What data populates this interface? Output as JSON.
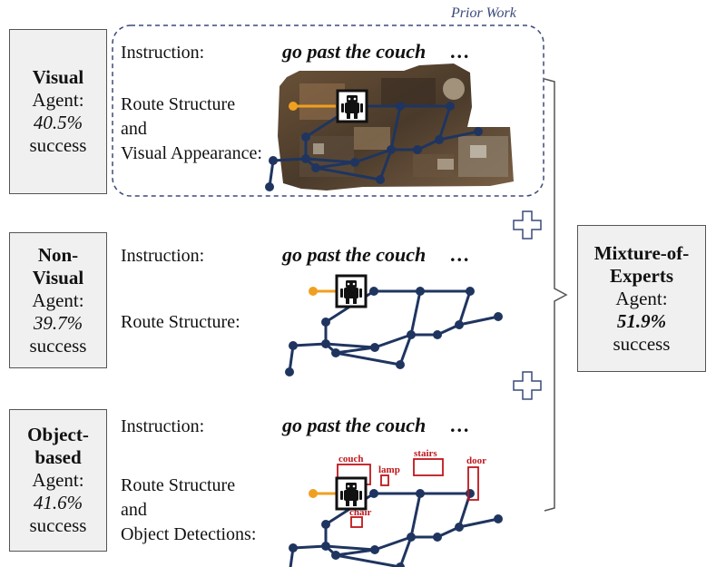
{
  "prior_work_label": "Prior Work",
  "visual": {
    "name": "Visual",
    "agent": "Agent:",
    "rate": "40.5%",
    "success": "success",
    "instruction_label": "Instruction:",
    "instruction": "go past the couch",
    "ellipsis": "…",
    "route_lines": [
      "Route Structure",
      "and",
      "Visual Appearance:"
    ]
  },
  "nonvisual": {
    "name_1": "Non-",
    "name_2": "Visual",
    "agent": "Agent:",
    "rate": "39.7%",
    "success": "success",
    "instruction_label": "Instruction:",
    "instruction": "go past the couch",
    "ellipsis": "…",
    "route_label": "Route Structure:"
  },
  "object": {
    "name_1": "Object-",
    "name_2": "based",
    "agent": "Agent:",
    "rate": "41.6%",
    "success": "success",
    "instruction_label": "Instruction:",
    "instruction": "go past the couch",
    "ellipsis": "…",
    "route_lines": [
      "Route Structure",
      "and",
      "Object Detections:"
    ],
    "detections": [
      "couch",
      "lamp",
      "stairs",
      "door",
      "chair"
    ]
  },
  "moe": {
    "name_1": "Mixture-of-",
    "name_2": "Experts",
    "agent": "Agent:",
    "rate": "51.9%",
    "success": "success"
  },
  "colors": {
    "graph": "#1f3560",
    "start_edge": "#f0a020",
    "detection": "#c0161c",
    "dash": "#3a4a7a",
    "box_fill": "#f0f0f0"
  }
}
